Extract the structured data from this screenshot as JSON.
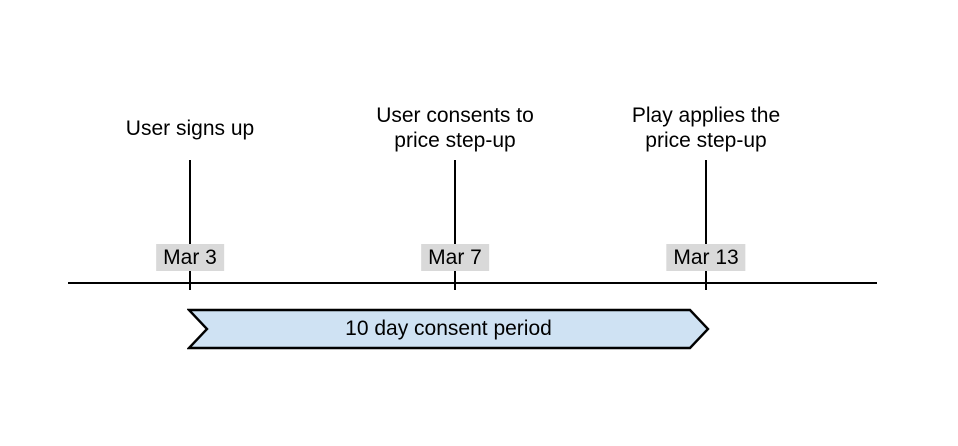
{
  "timeline": {
    "events": [
      {
        "label": "User signs up",
        "date": "Mar 3"
      },
      {
        "label": "User consents to\nprice step-up",
        "date": "Mar 7"
      },
      {
        "label": "Play applies the\nprice step-up",
        "date": "Mar 13"
      }
    ],
    "date_badge_bg": "#d9d9d9",
    "axis_color": "#000000",
    "banner": {
      "label": "10 day consent period",
      "fill": "#cfe2f3",
      "stroke": "#000000"
    }
  }
}
